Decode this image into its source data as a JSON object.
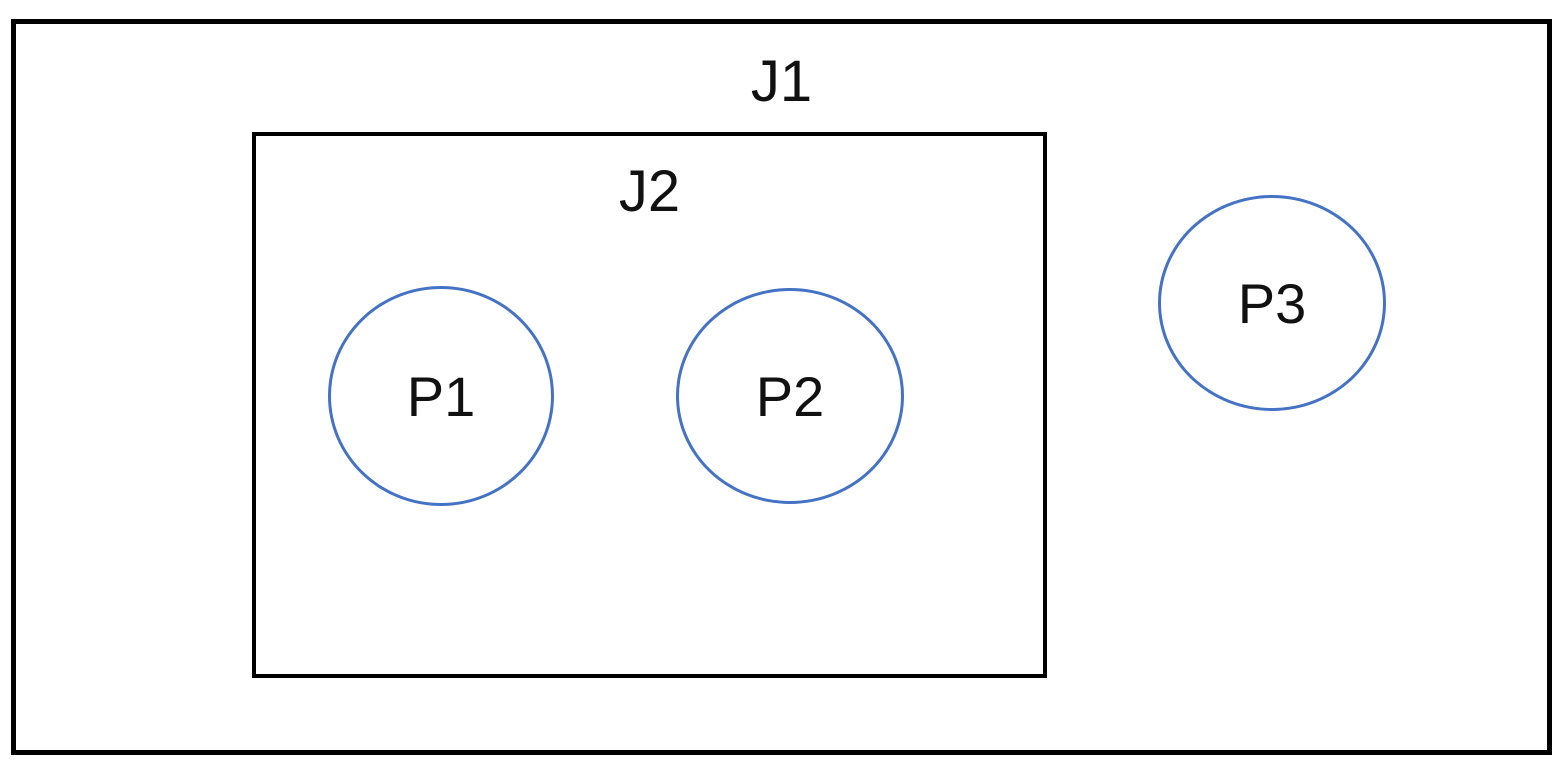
{
  "diagram": {
    "type": "nested-containment-diagram",
    "outer_box": {
      "label": "J1"
    },
    "inner_box": {
      "label": "J2"
    },
    "circles": [
      {
        "label": "P1",
        "parent": "J2"
      },
      {
        "label": "P2",
        "parent": "J2"
      },
      {
        "label": "P3",
        "parent": "J1"
      }
    ]
  },
  "colors": {
    "background": "#ffffff",
    "box_border": "#000000",
    "circle_stroke": "#4472C4",
    "label_text": "#111111"
  }
}
